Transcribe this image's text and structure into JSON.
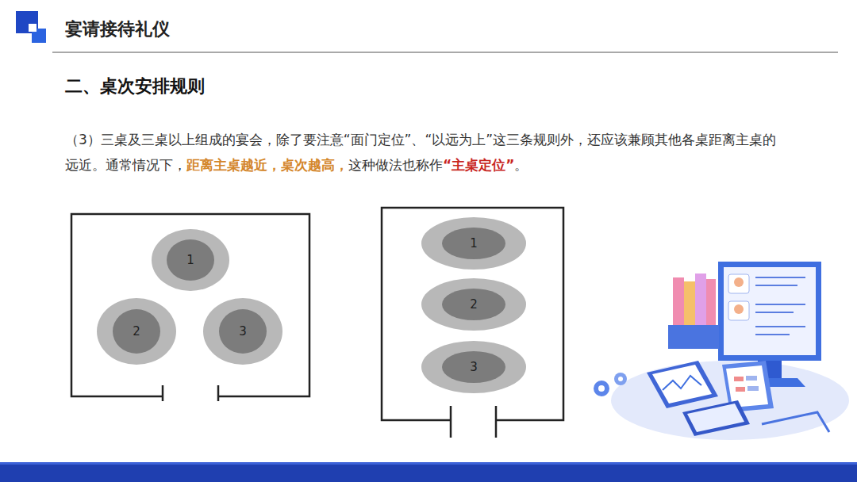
{
  "diagram": {
    "title": "宴请接待礼仪",
    "nodes": [
      {
        "text": [
          "1"
        ]
      },
      {
        "text": [
          "2"
        ]
      },
      {
        "text": [
          "3"
        ]
      },
      {
        "text": [
          "1"
        ]
      },
      {
        "text": [
          "2"
        ]
      },
      {
        "text": [
          "3"
        ]
      }
    ],
    "labels": [
      "二、桌次安排规则",
      "（3）三桌及三桌以上组成的宴会，除了要注意“面门定位”、“以远为上”这三条规则外，还应该兼顾其他各桌距离主桌的远近。通常情况下，",
      "距离主桌越近，桌次越高，",
      "这种做法也称作",
      "“主桌定位”",
      "。"
    ]
  }
}
